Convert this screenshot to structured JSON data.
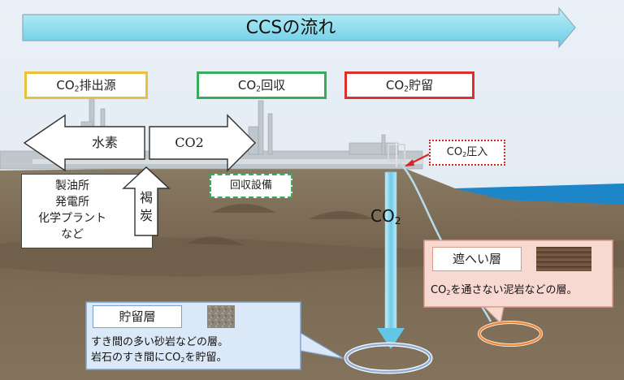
{
  "flow_title": "CCSの流れ",
  "stages": {
    "emission": {
      "main": "CO",
      "sub": "2",
      "rest": "排出源",
      "color": "#e8c23a"
    },
    "capture": {
      "main": "CO",
      "sub": "2",
      "rest": "回収",
      "color": "#3aaa5c"
    },
    "storage": {
      "main": "CO",
      "sub": "2",
      "rest": "貯留",
      "color": "#d93030"
    }
  },
  "arrows": {
    "hydrogen": "水素",
    "co2": "CO2",
    "lignite_1": "褐",
    "lignite_2": "炭"
  },
  "sources": [
    "製油所",
    "発電所",
    "化学プラント",
    "など"
  ],
  "capture_facility": "回収設備",
  "injection": {
    "main": "CO",
    "sub": "2",
    "rest": "圧入"
  },
  "well_label": {
    "main": "CO",
    "sub": "2"
  },
  "cap_rock": {
    "title": "遮へい層",
    "desc_main": "CO",
    "desc_sub": "2",
    "desc_rest": "を通さない泥岩などの層。"
  },
  "reservoir": {
    "title": "貯留層",
    "line1": "すき間の多い砂岩などの層。",
    "line2_pre": "岩石のすき間にCO",
    "line2_sub": "2",
    "line2_post": "を貯留。"
  },
  "colors": {
    "flow_arrow": "#7ed6ec",
    "sky": "#e6eef6",
    "sea": "#1d86c8",
    "ground": "#7a6a55",
    "pipe": "#8ed2ec",
    "reservoir_ring": "#9ab8e0",
    "caprock_ring": "#f08a3a"
  }
}
